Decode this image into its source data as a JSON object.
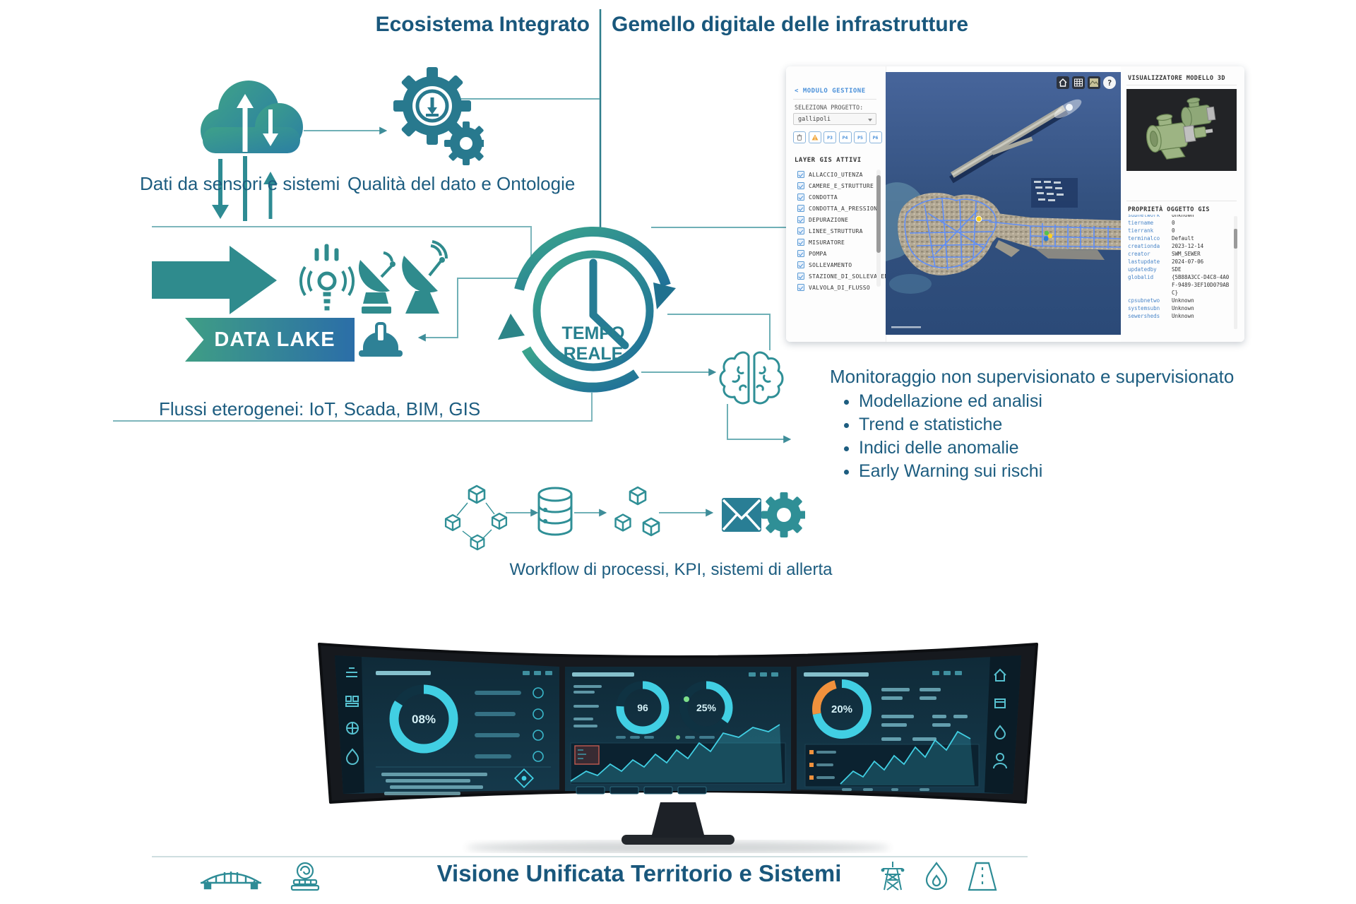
{
  "colors": {
    "accent": "#2E8C96",
    "text": "#1D5D80",
    "orange": "#F0913C",
    "map_network": "#5B8DFF"
  },
  "header": {
    "left_title": "Ecosistema Integrato",
    "right_title": "Gemello digitale delle infrastrutture"
  },
  "ecosystem": {
    "sensors_label": "Dati da sensori e sistemi",
    "quality_label": "Qualità del dato e Ontologie",
    "data_lake_label": "DATA LAKE",
    "flows_label": "Flussi eterogenei: IoT, Scada, BIM, GIS"
  },
  "core": {
    "realtime_top": "TEMPO",
    "realtime_bottom": "REALE"
  },
  "gis_app": {
    "back_link": "< MODULO GESTIONE",
    "project_label": "SELEZIONA PROGETTO:",
    "project_value": "gallipoli",
    "buttons": [
      "P3",
      "P4",
      "P5",
      "P6"
    ],
    "layers_title": "LAYER GIS ATTIVI",
    "layers": [
      "ALLACCIO_UTENZA",
      "CAMERE_E_STRUTTURE",
      "CONDOTTA",
      "CONDOTTA_A_PRESSIONE",
      "DEPURAZIONE",
      "LINEE_STRUTTURA",
      "MISURATORE",
      "POMPA",
      "SOLLEVAMENTO",
      "STAZIONE_DI_SOLLEVAMENTO",
      "VALVOLA_DI_FLUSSO"
    ],
    "viewer_title": "VISUALIZZATORE MODELLO 3D",
    "properties_title": "PROPRIETÀ OGGETTO GIS",
    "properties": [
      {
        "key": "subnetwork",
        "value": "Unknown"
      },
      {
        "key": "tiername",
        "value": "0"
      },
      {
        "key": "tierrank",
        "value": "0"
      },
      {
        "key": "terminalco",
        "value": "Default"
      },
      {
        "key": "creationda",
        "value": "2023-12-14"
      },
      {
        "key": "creator",
        "value": "SWM_SEWER"
      },
      {
        "key": "lastupdate",
        "value": "2024-07-06"
      },
      {
        "key": "updatedby",
        "value": "SDE"
      },
      {
        "key": "globalid",
        "value": "{5B88A3CC-D4C8-4A0F-9489-3EF10D079ABC}"
      },
      {
        "key": "cpsubnetwo",
        "value": "Unknown"
      },
      {
        "key": "systemsubn",
        "value": "Unknown"
      },
      {
        "key": "sewersheds",
        "value": "Unknown"
      }
    ],
    "help_glyph": "?"
  },
  "monitoring": {
    "title": "Monitoraggio non supervisionato e supervisionato",
    "bullets": [
      "Modellazione ed analisi",
      "Trend e statistiche",
      "Indici delle anomalie",
      "Early Warning sui rischi"
    ]
  },
  "workflow": {
    "caption": "Workflow di processi, KPI, sistemi di allerta"
  },
  "dashboard": {
    "donut_left": "08%",
    "donut_mid_1": "96",
    "donut_mid_2": "25%",
    "donut_right": "20%"
  },
  "footer": {
    "title": "Visione Unificata Territorio e Sistemi"
  }
}
